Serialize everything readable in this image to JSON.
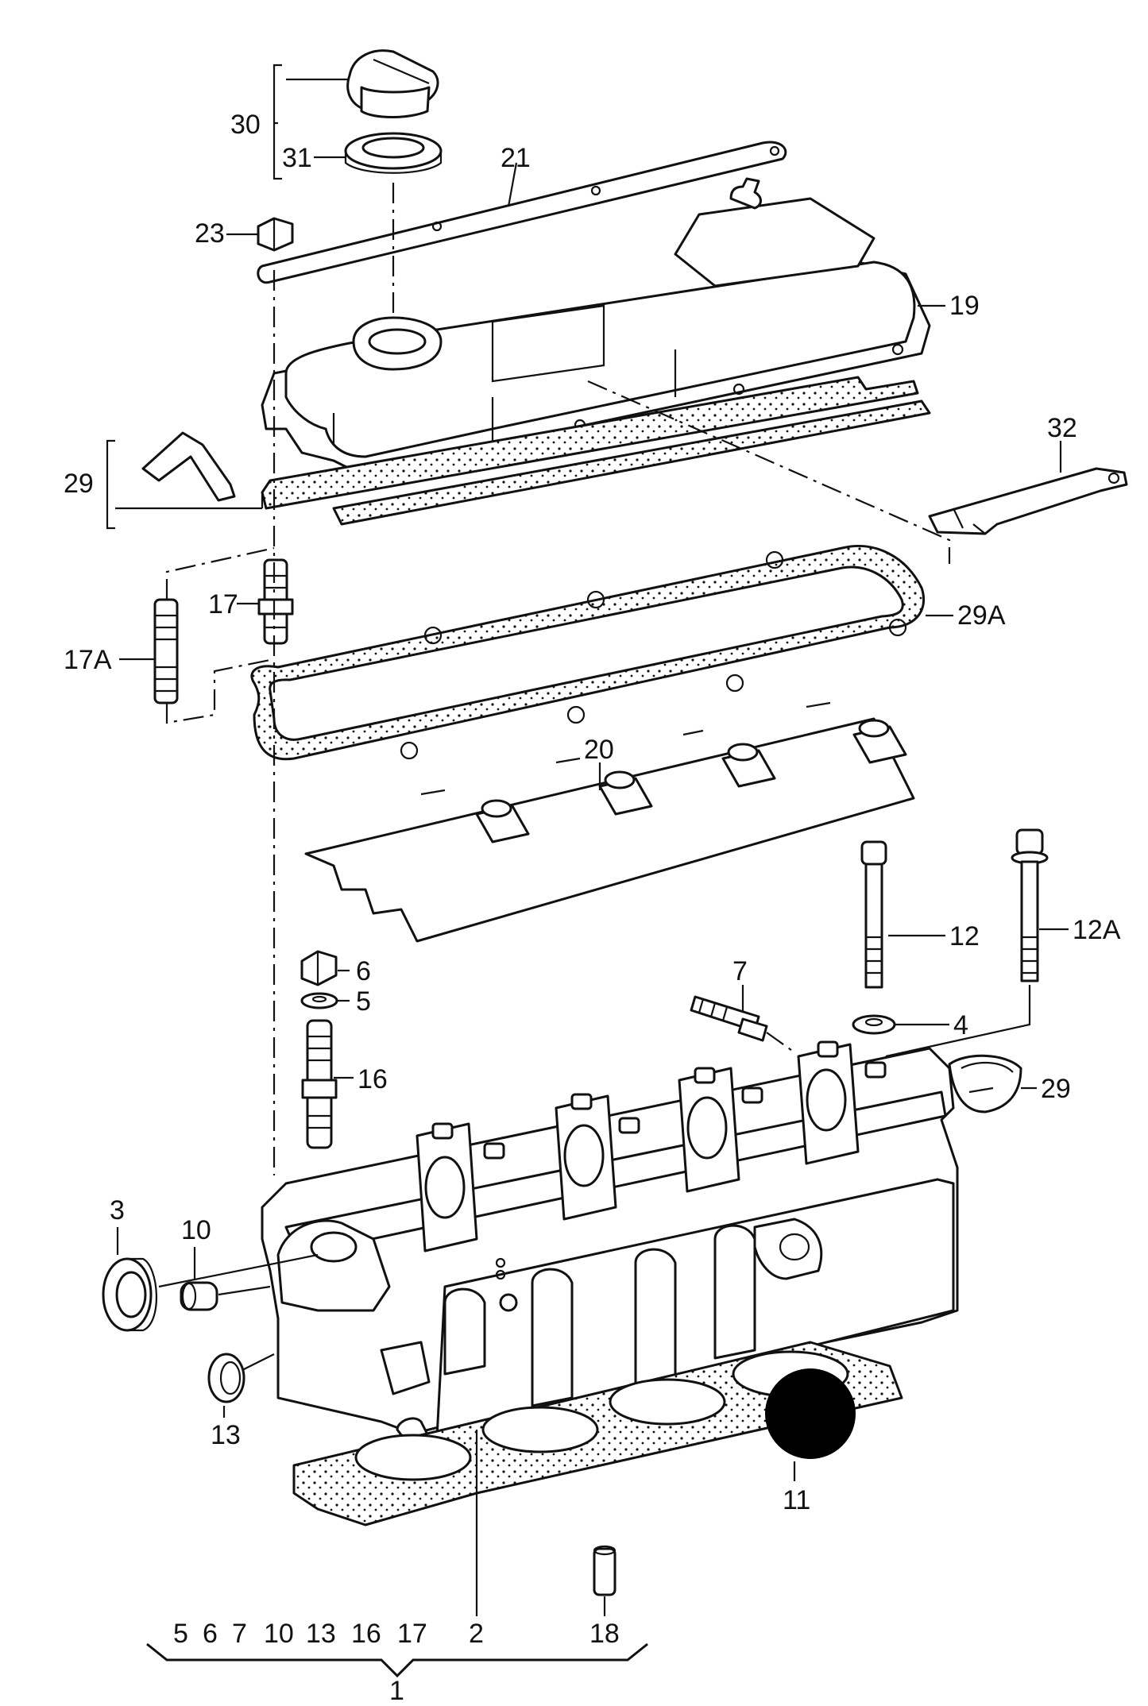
{
  "diagram": {
    "callouts": [
      {
        "id": "c30",
        "text": "30"
      },
      {
        "id": "c31",
        "text": "31"
      },
      {
        "id": "c21",
        "text": "21"
      },
      {
        "id": "c23",
        "text": "23"
      },
      {
        "id": "c19",
        "text": "19"
      },
      {
        "id": "c29",
        "text": "29"
      },
      {
        "id": "c32",
        "text": "32"
      },
      {
        "id": "c17",
        "text": "17"
      },
      {
        "id": "c29A",
        "text": "29A"
      },
      {
        "id": "c17A",
        "text": "17A"
      },
      {
        "id": "c20",
        "text": "20"
      },
      {
        "id": "c12",
        "text": "12"
      },
      {
        "id": "c12A",
        "text": "12A"
      },
      {
        "id": "c6",
        "text": "6"
      },
      {
        "id": "c5",
        "text": "5"
      },
      {
        "id": "c7",
        "text": "7"
      },
      {
        "id": "c4",
        "text": "4"
      },
      {
        "id": "c16",
        "text": "16"
      },
      {
        "id": "c29b",
        "text": "29"
      },
      {
        "id": "c3",
        "text": "3"
      },
      {
        "id": "c10",
        "text": "10"
      },
      {
        "id": "c13",
        "text": "13"
      },
      {
        "id": "c11",
        "text": "11"
      },
      {
        "id": "c18",
        "text": "18"
      },
      {
        "id": "c2",
        "text": "2"
      },
      {
        "id": "c1",
        "text": "1"
      }
    ],
    "kit_items": [
      "5",
      "6",
      "7",
      "10",
      "13",
      "16",
      "17",
      "2",
      "18"
    ]
  }
}
